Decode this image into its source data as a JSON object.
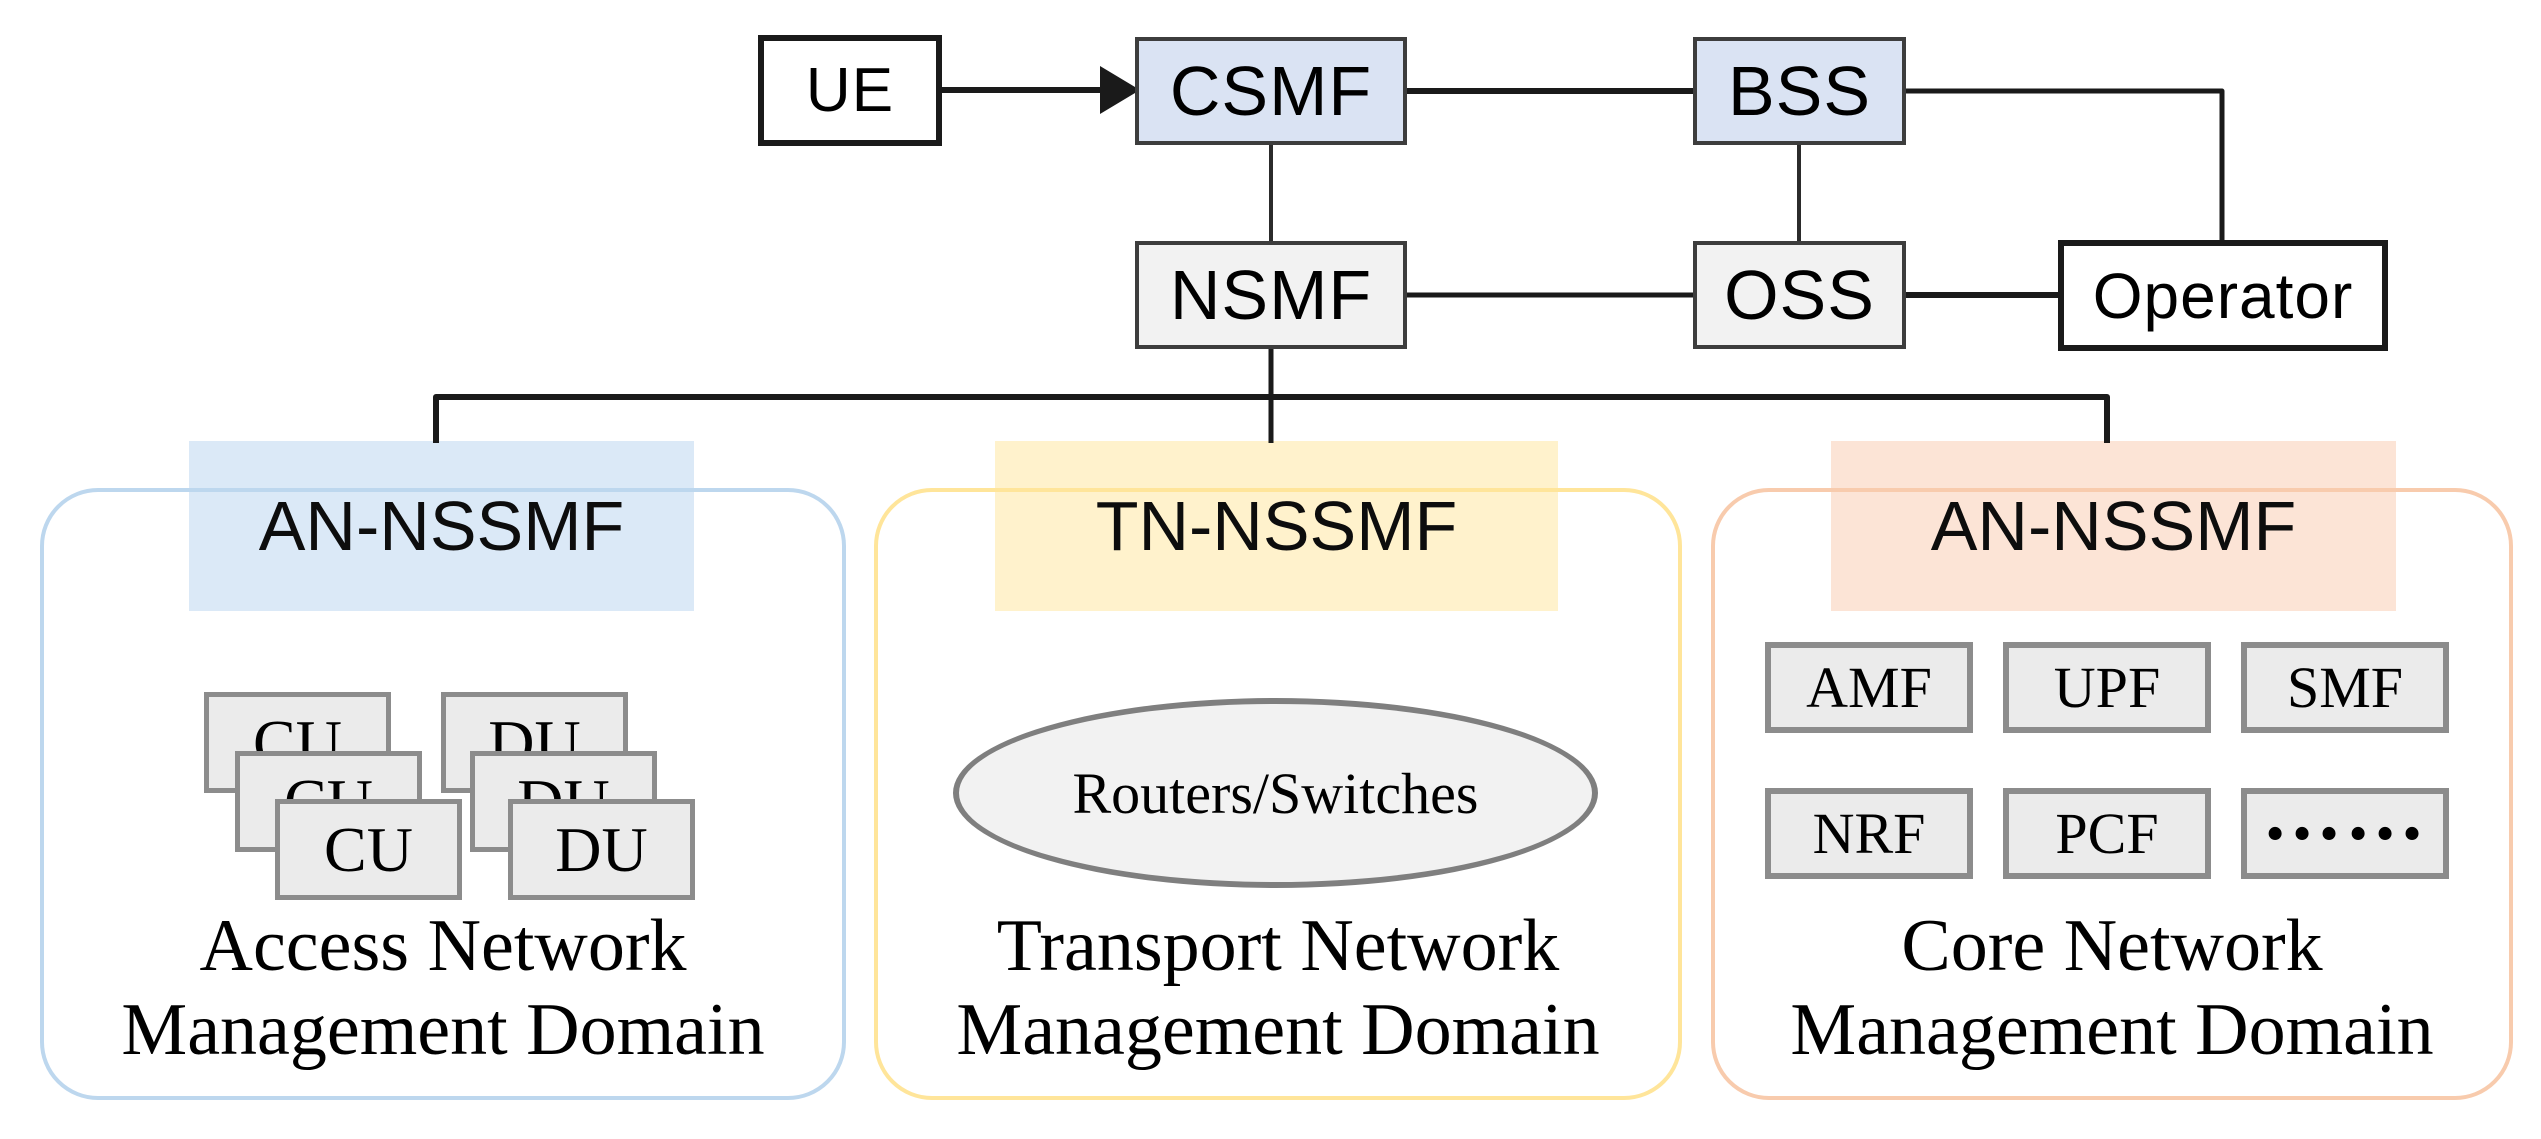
{
  "diagram": {
    "nodes": {
      "ue": {
        "label": "UE"
      },
      "csmf": {
        "label": "CSMF"
      },
      "bss": {
        "label": "BSS"
      },
      "nsmf": {
        "label": "NSMF"
      },
      "oss": {
        "label": "OSS"
      },
      "operator": {
        "label": "Operator"
      }
    },
    "edges": [
      "UE -> CSMF (arrow)",
      "CSMF - BSS",
      "CSMF - NSMF",
      "BSS - OSS",
      "BSS - Operator",
      "NSMF - OSS",
      "OSS - Operator",
      "NSMF - AN-NSSMF",
      "NSMF - TN-NSSMF",
      "NSMF - AN-NSSMF (core)"
    ],
    "domains": [
      {
        "banner": "AN-NSSMF",
        "units": [
          "CU",
          "CU",
          "CU",
          "DU",
          "DU",
          "DU"
        ],
        "label_line1": "Access Network",
        "label_line2": "Management Domain",
        "banner_bg": "#dbe9f7",
        "border_color": "#bdd7ee"
      },
      {
        "banner": "TN-NSSMF",
        "ellipse_label": "Routers/Switches",
        "label_line1": "Transport Network",
        "label_line2": "Management Domain",
        "banner_bg": "#fff2cc",
        "border_color": "#ffe59a"
      },
      {
        "banner": "AN-NSSMF",
        "units": [
          "AMF",
          "UPF",
          "SMF",
          "NRF",
          "PCF",
          "……"
        ],
        "label_line1": "Core Network",
        "label_line2": "Management Domain",
        "banner_bg": "#fce4d6",
        "border_color": "#f8cbad"
      }
    ],
    "palette": {
      "node_blue_fill": "#dae3f3",
      "node_gray_fill": "#f2f2f2",
      "unit_fill": "#ebebeb",
      "unit_border": "#8c8c8c",
      "ellipse_border": "#7f7f7f",
      "line_color": "#1a1a1a",
      "node_border_dark": "#3d3d3d"
    }
  }
}
